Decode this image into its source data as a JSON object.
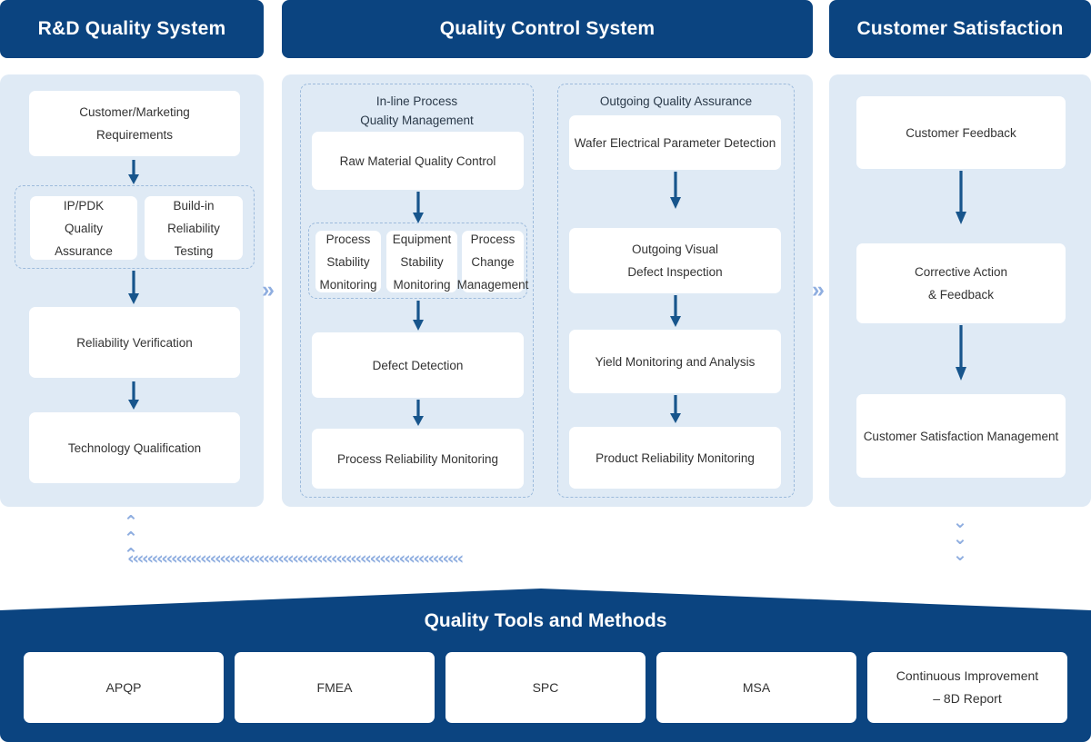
{
  "columns": {
    "rd": {
      "title": "R&D Quality System",
      "nodes": [
        {
          "name": "customer-marketing-requirements",
          "lines": [
            "Customer/Marketing",
            "Requirements"
          ]
        },
        {
          "name": "ip-pdk-quality-assurance",
          "lines": [
            "IP/PDK",
            "Quality",
            "Assurance"
          ]
        },
        {
          "name": "build-in-reliability-testing",
          "lines": [
            "Build-in",
            "Reliability",
            "Testing"
          ]
        },
        {
          "name": "reliability-verification",
          "lines": [
            "Reliability Verification"
          ]
        },
        {
          "name": "technology-qualification",
          "lines": [
            "Technology Qualification"
          ]
        }
      ]
    },
    "qc": {
      "title": "Quality Control System",
      "group_inline": {
        "title_lines": [
          "In-line Process",
          "Quality Management"
        ],
        "nodes": [
          {
            "name": "raw-material-quality-control",
            "lines": [
              "Raw Material Quality Control"
            ]
          },
          {
            "name": "process-stability-monitoring",
            "lines": [
              "Process",
              "Stability",
              "Monitoring"
            ]
          },
          {
            "name": "equipment-stability-monitoring",
            "lines": [
              "Equipment",
              "Stability",
              "Monitoring"
            ]
          },
          {
            "name": "process-change-management",
            "lines": [
              "Process",
              "Change",
              "Management"
            ]
          },
          {
            "name": "defect-detection",
            "lines": [
              "Defect Detection"
            ]
          },
          {
            "name": "process-reliability-monitoring",
            "lines": [
              "Process Reliability Monitoring"
            ]
          }
        ]
      },
      "group_outgoing": {
        "title_lines": [
          "Outgoing Quality Assurance"
        ],
        "nodes": [
          {
            "name": "wafer-electrical-parameter-detection",
            "lines": [
              "Wafer Electrical Parameter Detection"
            ]
          },
          {
            "name": "outgoing-visual-defect-inspection",
            "lines": [
              "Outgoing Visual",
              "Defect Inspection"
            ]
          },
          {
            "name": "yield-monitoring-and-analysis",
            "lines": [
              "Yield Monitoring and Analysis"
            ]
          },
          {
            "name": "product-reliability-monitoring",
            "lines": [
              "Product Reliability Monitoring"
            ]
          }
        ]
      }
    },
    "cs": {
      "title": "Customer Satisfaction",
      "nodes": [
        {
          "name": "customer-feedback",
          "lines": [
            "Customer Feedback"
          ]
        },
        {
          "name": "corrective-action-feedback",
          "lines": [
            "Corrective Action",
            "& Feedback"
          ]
        },
        {
          "name": "customer-satisfaction-management",
          "lines": [
            "Customer Satisfaction Management"
          ]
        }
      ]
    }
  },
  "stage_connectors": [
    {
      "name": "stage-connector-rd-to-qc",
      "glyph": "»"
    },
    {
      "name": "stage-connector-qc-to-cs",
      "glyph": "»"
    }
  ],
  "feedback_loop": {
    "horizontal_glyphs": "‹‹‹‹‹‹‹‹‹‹‹‹‹‹‹‹‹‹‹‹‹‹‹‹‹‹‹‹‹‹‹‹‹‹‹‹‹‹‹‹‹‹‹‹‹‹‹‹‹‹‹‹‹‹‹‹‹‹‹‹‹‹‹‹‹‹‹‹‹",
    "up_glyphs": "⌃⌃⌃",
    "down_glyphs": "⌄⌄⌄"
  },
  "tools": {
    "title": "Quality Tools and Methods",
    "items": [
      {
        "name": "tool-apqp",
        "lines": [
          "APQP"
        ]
      },
      {
        "name": "tool-fmea",
        "lines": [
          "FMEA"
        ]
      },
      {
        "name": "tool-spc",
        "lines": [
          "SPC"
        ]
      },
      {
        "name": "tool-msa",
        "lines": [
          "MSA"
        ]
      },
      {
        "name": "tool-continuous-improvement",
        "lines": [
          "Continuous Improvement",
          "– 8D Report"
        ]
      }
    ]
  },
  "colors": {
    "brand_dark_blue": "#0B4480",
    "panel_light_blue": "#DFEAF5",
    "arrow_blue": "#17558C",
    "chevron_blue": "#8FAEE0",
    "node_white": "#FFFFFF",
    "text_dark": "#333333",
    "dashed_border": "#9DBBDC"
  }
}
